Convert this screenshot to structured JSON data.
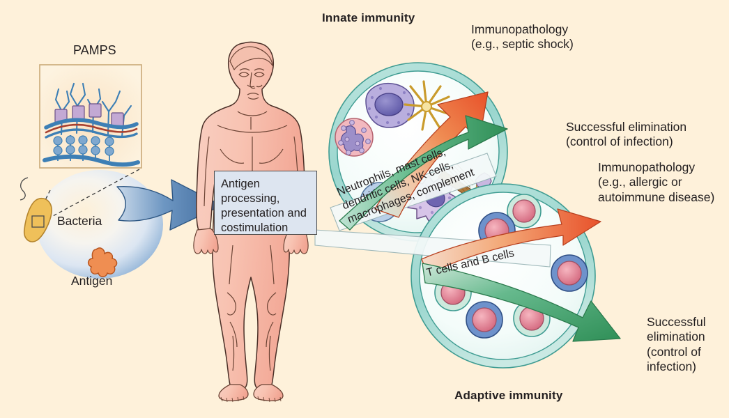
{
  "figure": {
    "background_color": "#fef1da",
    "titles": {
      "innate": "Innate immunity",
      "adaptive": "Adaptive immunity"
    }
  },
  "left_panel": {
    "pamps_label": "PAMPS",
    "bacteria_label": "Bacteria",
    "antigen_label": "Antigen"
  },
  "center": {
    "antigen_box": "Antigen\nprocessing,\npresentation and\ncostimulation"
  },
  "innate": {
    "cells_label": "Neutrophils, mast cells,\ndendritic cells, NK cells,\nmacrophages, complement",
    "cell_types": [
      "neutrophil",
      "mast-cell",
      "dendritic-cell",
      "nk-cell",
      "macrophage",
      "complement"
    ]
  },
  "adaptive": {
    "cells_label": "T cells and B cells",
    "cell_types": [
      "t-cell",
      "b-cell"
    ]
  },
  "outcomes": [
    {
      "id": "innate-immunopathology",
      "text": "Immunopathology\n(e.g., septic shock)",
      "arrow_color": "#e8512a",
      "arrow_kind": "orange"
    },
    {
      "id": "innate-success",
      "text": "Successful elimination\n(control of infection)",
      "arrow_color": "#3a9e63",
      "arrow_kind": "green"
    },
    {
      "id": "adaptive-immunopathology",
      "text": "Immunopathology\n(e.g., allergic or\nautoimmune disease)",
      "arrow_color": "#e8512a",
      "arrow_kind": "orange"
    },
    {
      "id": "adaptive-success",
      "text": "Successful\nelimination\n(control of\ninfection)",
      "arrow_color": "#3a9e63",
      "arrow_kind": "green"
    }
  ],
  "colors": {
    "background": "#fef1da",
    "orange_arrow": "#e8512a",
    "green_arrow": "#3a9e63",
    "blue_arrow": "#46719d",
    "circle_fill": "#f2fbfa",
    "circle_ring": "#a9ddd9",
    "circle_stroke": "#3f9c92",
    "box_fill": "#dde5f0",
    "skin": "#f6b6a8",
    "bacteria": "#efc05a"
  }
}
